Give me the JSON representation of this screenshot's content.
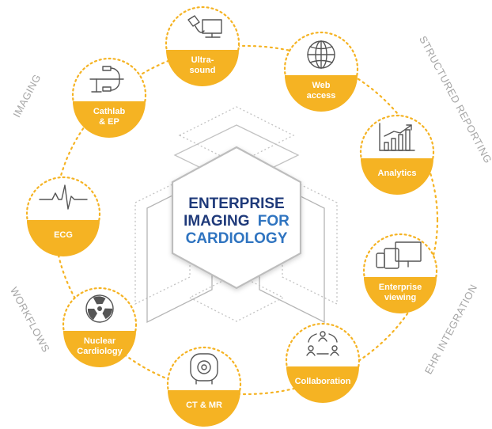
{
  "center": {
    "line1": "ENTERPRISE",
    "line2a": "IMAGING",
    "line2b": "FOR",
    "line3": "CARDIOLOGY"
  },
  "categories": {
    "imaging": "IMAGING",
    "structured_reporting": "STRUCTURED REPORTING",
    "ehr_integration": "EHR INTEGRATION",
    "workflows": "WORKFLOWS"
  },
  "nodes": {
    "ultrasound": {
      "line1": "Ultra-",
      "line2": "sound",
      "icon": "ultrasound-icon"
    },
    "web_access": {
      "line1": "Web",
      "line2": "access",
      "icon": "globe-icon"
    },
    "analytics": {
      "line1": "Analytics",
      "icon": "bar-chart-icon"
    },
    "enterprise_viewing": {
      "line1": "Enterprise",
      "line2": "viewing",
      "icon": "devices-icon"
    },
    "collaboration": {
      "line1": "Collaboration",
      "icon": "people-cycle-icon"
    },
    "ct_mr": {
      "line1": "CT & MR",
      "icon": "ct-scanner-icon"
    },
    "nuclear_cardiology": {
      "line1": "Nuclear",
      "line2": "Cardiology",
      "icon": "radiation-icon"
    },
    "ecg": {
      "line1": "ECG",
      "icon": "ecg-wave-icon"
    },
    "cathlab_ep": {
      "line1": "Cathlab",
      "line2": "& EP",
      "icon": "cathlab-icon"
    }
  },
  "colors": {
    "accent": "#f5b323",
    "title_dark_blue": "#1f3a7a",
    "title_blue": "#2f74c0",
    "category_gray": "#a6a6a6",
    "hex_gray": "#b8b8b8"
  }
}
